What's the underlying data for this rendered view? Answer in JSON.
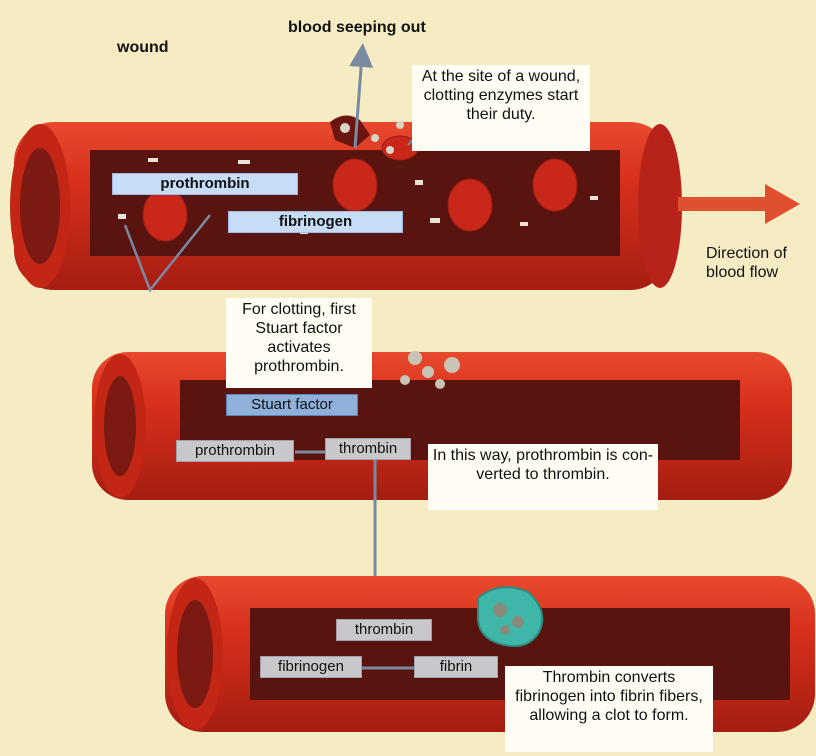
{
  "labels": {
    "wound": "wound",
    "blood_seeping_out": "blood seeping out",
    "direction_of_blood_flow": "Direction of\nblood flow"
  },
  "notes": {
    "site_of_wound": "At the site of a wound, clotting enzymes start their duty.",
    "stuart_activates": "For clotting, first Stuart factor activates prothrombin.",
    "prothrombin_converted": "In this way, prothrombin is con-verted to thrombin.",
    "thrombin_converts": "Thrombin converts fibrinogen into fibrin fibers, allowing a clot to form."
  },
  "vessel1": {
    "prothrombin": "prothrombin",
    "fibrinogen": "fibrinogen"
  },
  "vessel2": {
    "stuart_factor": "Stuart factor",
    "prothrombin": "prothrombin",
    "thrombin": "thrombin"
  },
  "vessel3": {
    "thrombin": "thrombin",
    "fibrinogen": "fibrinogen",
    "fibrin": "fibrin"
  },
  "colors": {
    "background": "#f6ecc4",
    "vessel": "#d8301c",
    "vessel_dark": "#7a1a12",
    "lumen": "#5a1410",
    "clot": "#3fb7a8",
    "platelet": "#e8e4d8",
    "arrow": "#7a8aa0"
  }
}
